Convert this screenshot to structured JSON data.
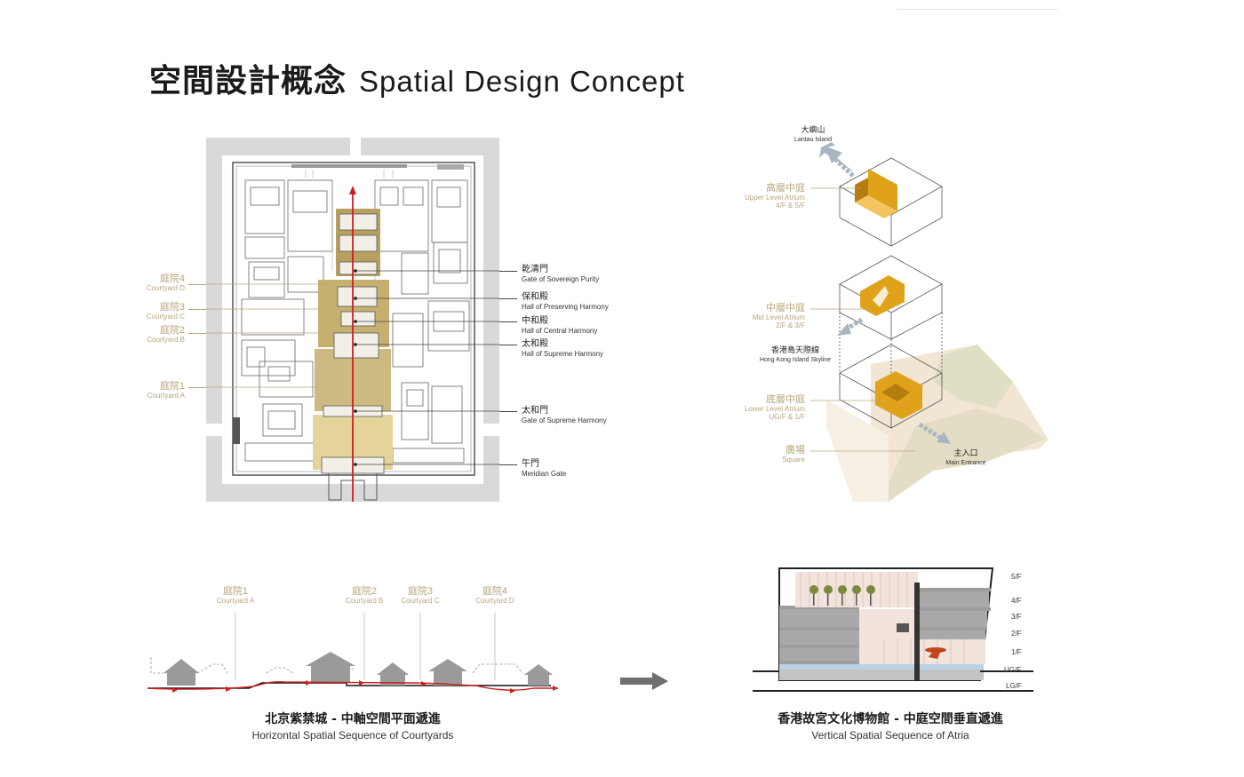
{
  "title": {
    "zh": "空間設計概念",
    "en": "Spatial Design Concept"
  },
  "plan": {
    "courtyards": [
      {
        "zh": "庭院4",
        "en": "Courtyard D"
      },
      {
        "zh": "庭院3",
        "en": "Courtyard C"
      },
      {
        "zh": "庭院2",
        "en": "Courtyard B"
      },
      {
        "zh": "庭院1",
        "en": "Courtyard A"
      }
    ],
    "halls": [
      {
        "zh": "乾清門",
        "en": "Gate of Sovereign Purity"
      },
      {
        "zh": "保和殿",
        "en": "Hall of Preserving Harmony"
      },
      {
        "zh": "中和殿",
        "en": "Hall of Central Harmony"
      },
      {
        "zh": "太和殿",
        "en": "Hall of Supreme Harmony"
      },
      {
        "zh": "太和門",
        "en": "Gate of Supreme Harmony"
      },
      {
        "zh": "午門",
        "en": "Meridian Gate"
      }
    ]
  },
  "axo": {
    "lantau": {
      "zh": "大嶼山",
      "en": "Lantau Island"
    },
    "upper": {
      "zh": "高層中庭",
      "en1": "Upper Level Atrium",
      "en2": "4/F & 5/F"
    },
    "mid": {
      "zh": "中層中庭",
      "en1": "Mid Level Atrium",
      "en2": "2/F & 3/F"
    },
    "skyline": {
      "zh": "香港島天際線",
      "en": "Hong Kong Island Skyline"
    },
    "lower": {
      "zh": "底層中庭",
      "en1": "Lower Level Atrium",
      "en2": "UG/F & 1/F"
    },
    "square": {
      "zh": "廣場",
      "en": "Square"
    },
    "entrance": {
      "zh": "主入口",
      "en": "Main Entrance"
    }
  },
  "section_h": {
    "courtyards": [
      {
        "zh": "庭院1",
        "en": "Courtyard A"
      },
      {
        "zh": "庭院2",
        "en": "Courtyard B"
      },
      {
        "zh": "庭院3",
        "en": "Courtyard C"
      },
      {
        "zh": "庭院4",
        "en": "Courtyard D"
      }
    ],
    "caption_zh": "北京紫禁城 - 中軸空間平面遞進",
    "caption_en": "Horizontal Spatial Sequence of Courtyards"
  },
  "section_v": {
    "floors": [
      "5/F",
      "4/F",
      "3/F",
      "2/F",
      "1/F",
      "UG/F",
      "LG/F"
    ],
    "caption_zh": "香港故宮文化博物館 - 中庭空間垂直遞進",
    "caption_en": "Vertical Spatial Sequence of Atria"
  },
  "colors": {
    "gold": "#b8a67c",
    "atrium": "#e0a21a",
    "axis": "#cc1f1f",
    "tan": "#c9b779"
  }
}
